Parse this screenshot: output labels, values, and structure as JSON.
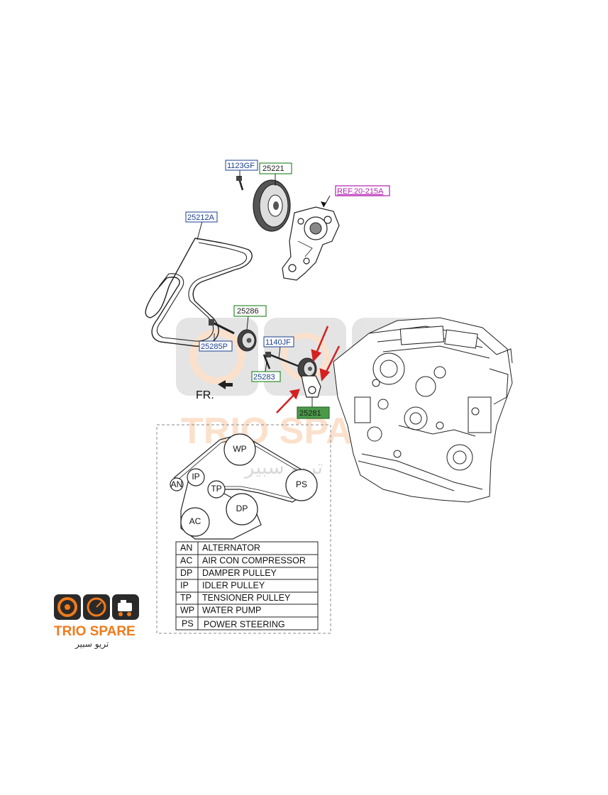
{
  "callouts": {
    "p1123GF": "1123GF",
    "p25221": "25221",
    "ref": "REF.20-215A",
    "p25212A": "25212A",
    "p25286": "25286",
    "p25285P": "25285P",
    "p1140JF": "1140JF",
    "p25283": "25283",
    "p25281": "25281",
    "front": "FR."
  },
  "pulleys": {
    "wp": "WP",
    "ip": "IP",
    "an": "AN",
    "tp": "TP",
    "ps": "PS",
    "dp": "DP",
    "ac": "AC"
  },
  "legend": [
    {
      "code": "AN",
      "name": "ALTERNATOR"
    },
    {
      "code": "AC",
      "name": "AIR CON COMPRESSOR"
    },
    {
      "code": "DP",
      "name": "DAMPER PULLEY"
    },
    {
      "code": "IP",
      "name": "IDLER PULLEY"
    },
    {
      "code": "TP",
      "name": "TENSIONER PULLEY"
    },
    {
      "code": "WP",
      "name": "WATER PUMP"
    },
    {
      "code": "PS",
      "name": "POWER STEERING"
    }
  ],
  "watermark": {
    "latin": "TRIO SPARE",
    "arabic": "تريو سبير"
  },
  "logo": {
    "latin": "TRIO SPARE",
    "arabic": "تريو سبير"
  },
  "colors": {
    "label_blue": "#1a3f8f",
    "box_green": "#2e8b2e",
    "highlight_green": "#4a9a4a",
    "ref_magenta": "#b21fb2",
    "arrow_red": "#d42020",
    "brand_orange": "#f07a1a",
    "brand_dark": "#2a2a2a"
  }
}
